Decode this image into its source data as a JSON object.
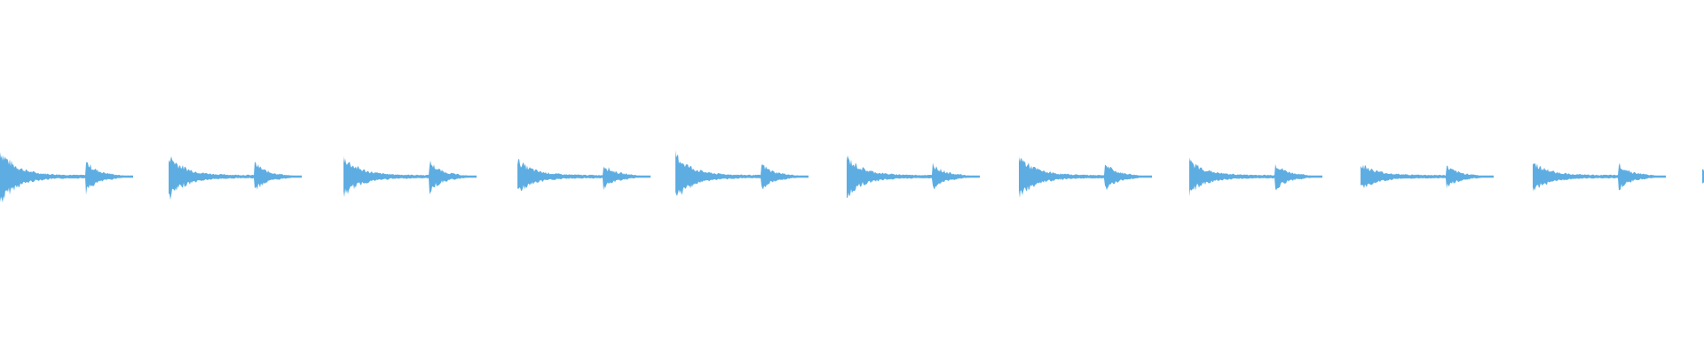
{
  "waveform": {
    "color": "#5dade2",
    "background": "#ffffff",
    "bursts": [
      {
        "attack": 1.0,
        "second_hit": 0.55
      },
      {
        "attack": 0.8,
        "second_hit": 0.5
      },
      {
        "attack": 0.72,
        "second_hit": 0.55
      },
      {
        "attack": 0.6,
        "second_hit": 0.42
      },
      {
        "attack": 0.85,
        "second_hit": 0.45
      },
      {
        "attack": 0.72,
        "second_hit": 0.45
      },
      {
        "attack": 0.76,
        "second_hit": 0.45
      },
      {
        "attack": 0.6,
        "second_hit": 0.45
      },
      {
        "attack": 0.45,
        "second_hit": 0.35
      },
      {
        "attack": 0.52,
        "second_hit": 0.45
      },
      {
        "attack": 0.35,
        "second_hit": 0.0
      }
    ]
  }
}
